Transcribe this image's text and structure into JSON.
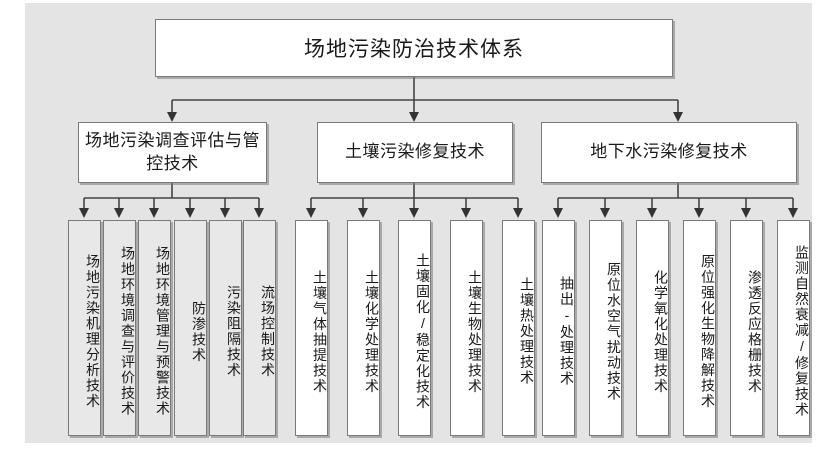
{
  "diagram": {
    "type": "hierarchy-tree",
    "title_node": {
      "label": "场地污染防治技术体系"
    },
    "branches": [
      {
        "label": "场地污染调查评估与管控技术",
        "leaves": [
          {
            "label": "场地污染机理分析技术",
            "fill": "gray"
          },
          {
            "label": "场地环境调查与评价技术",
            "fill": "gray"
          },
          {
            "label": "场地环境管理与预警技术",
            "fill": "gray"
          },
          {
            "label": "防渗技术",
            "fill": "gray"
          },
          {
            "label": "污染阻隔技术",
            "fill": "gray"
          },
          {
            "label": "流场控制技术",
            "fill": "gray"
          }
        ]
      },
      {
        "label": "土壤污染修复技术",
        "leaves": [
          {
            "label": "土壤气体抽提技术",
            "fill": "white"
          },
          {
            "label": "土壤化学处理技术",
            "fill": "white"
          },
          {
            "label": "土壤固化/稳定化技术",
            "fill": "white"
          },
          {
            "label": "土壤生物处理技术",
            "fill": "white"
          },
          {
            "label": "土壤热处理技术",
            "fill": "white"
          }
        ]
      },
      {
        "label": "地下水污染修复技术",
        "leaves": [
          {
            "label": "抽出-处理技术",
            "fill": "white"
          },
          {
            "label": "原位水空气扰动技术",
            "fill": "white"
          },
          {
            "label": "化学氧化处理技术",
            "fill": "white"
          },
          {
            "label": "原位强化生物降解技术",
            "fill": "white"
          },
          {
            "label": "渗透反应格栅技术",
            "fill": "white"
          },
          {
            "label": "监测自然衰减/修复技术",
            "fill": "white"
          }
        ]
      }
    ],
    "colors": {
      "canvas": "#e4e4e4",
      "box_border": "#7a7a7a",
      "box_fill_white": "#ffffff",
      "box_fill_gray": "#e8e8e8",
      "connector": "#444444",
      "text": "#1a1a1a"
    }
  }
}
